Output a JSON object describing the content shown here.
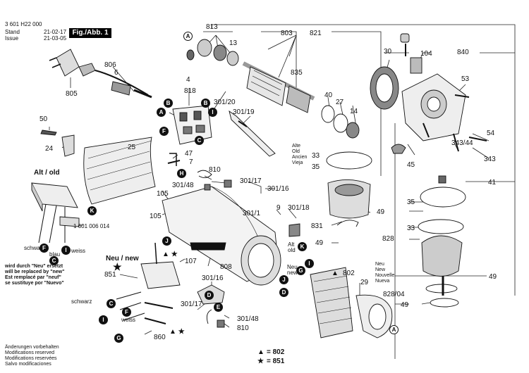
{
  "header": {
    "doc_number": "3 601 H22 000",
    "stand_label": "Stand",
    "stand_date": "21-02-17",
    "issue_label": "Issue",
    "issue_date": "21-03-05",
    "figure_label": "Fig./Abb. 1"
  },
  "variant_labels": {
    "alt_old": "Alt / old",
    "neu_new": "Neu / new",
    "alt_multi": [
      "Alte",
      "Old",
      "Ancien",
      "Vieja"
    ],
    "neu_multi": [
      "Neu",
      "New",
      "Nouvelle",
      "Nueva"
    ],
    "alt_short": "Alt",
    "old_short": "old",
    "neu_short": "Neu",
    "new_short": "new"
  },
  "part_numbers": {
    "p813": "813",
    "p803": "803",
    "p821": "821",
    "p13": "13",
    "p835": "835",
    "p806": "806",
    "p6": "6",
    "p805": "805",
    "p4": "4",
    "p818": "818",
    "p301_20": "301/20",
    "p301_19": "301/19",
    "p40": "40",
    "p27": "27",
    "p14": "14",
    "p30": "30",
    "p104": "104",
    "p840": "840",
    "p53": "53",
    "p54": "54",
    "p343_44": "343/44",
    "p343": "343",
    "p45": "45",
    "p41": "41",
    "p35": "35",
    "p33": "33",
    "p828": "828",
    "p49": "49",
    "p828_04": "828/04",
    "p50": "50",
    "p24": "24",
    "p25": "25",
    "p47": "47",
    "p7": "7",
    "p810": "810",
    "p301_48": "301/48",
    "p301_17": "301/17",
    "p301_16": "301/16",
    "p105": "105",
    "p301_1": "301/1",
    "p9": "9",
    "p301_18": "301/18",
    "p831": "831",
    "p1601006014": "1 601 006 014",
    "p107": "107",
    "p851": "851",
    "p808": "808",
    "p802": "802",
    "p29": "29",
    "p860": "860"
  },
  "wire_labels": {
    "schwarz_1": "schwarz",
    "blau": "blau",
    "weiss_1": "weiss",
    "schwarz_2": "schwarz",
    "weiss_2": "weiss"
  },
  "replaced_note": [
    "wird durch \"Neu\" ersetzt",
    "will be replaced by \"new\"",
    "Est remplacé par \"neuf\"",
    "se sustituye por \"Nuevo\""
  ],
  "changes_note": [
    "Änderungen vorbehalten",
    "Modifications reserved",
    "Modifications reservées",
    "Salvo modificaciones"
  ],
  "legend": {
    "triangle_ref": "= 802",
    "star_ref": "= 851",
    "triangle_symbol": "▲",
    "star_symbol": "★"
  },
  "callout_letters": {
    "A": "A",
    "B": "B",
    "C": "C",
    "D": "D",
    "E": "E",
    "F": "F",
    "G": "G",
    "H": "H",
    "I": "I",
    "J": "J",
    "K": "K"
  }
}
